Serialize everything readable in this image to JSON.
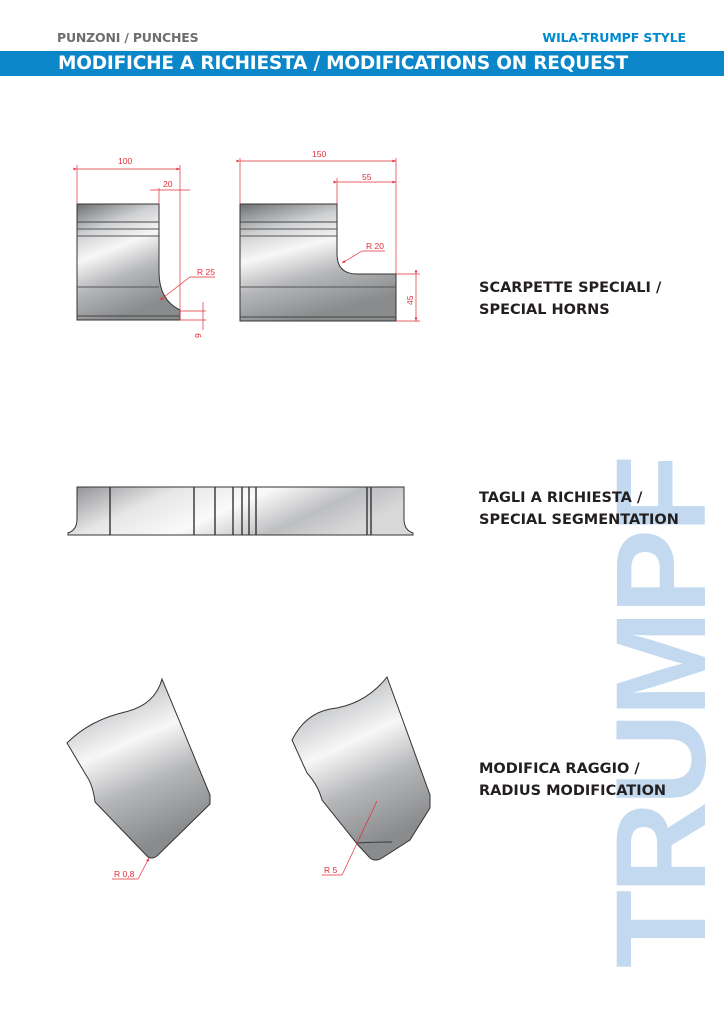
{
  "header": {
    "category": "PUNZONI / PUNCHES",
    "style": "WILA-TRUMPF STYLE",
    "banner_title": "MODIFICHE A RICHIESTA / MODIFICATIONS ON REQUEST"
  },
  "watermark": "TRUMPF",
  "sections": [
    {
      "line1": "SCARPETTE SPECIALI /",
      "line2": "SPECIAL HORNS",
      "drawings": [
        {
          "dims": {
            "width": "100",
            "horn": "20",
            "radius": "R 25",
            "height": "9"
          }
        },
        {
          "dims": {
            "width": "150",
            "horn": "55",
            "radius": "R 20",
            "height": "45"
          }
        }
      ]
    },
    {
      "line1": "TAGLI A RICHIESTA /",
      "line2": "SPECIAL SEGMENTATION"
    },
    {
      "line1": "MODIFICA RAGGIO /",
      "line2": "RADIUS MODIFICATION",
      "drawings": [
        {
          "dims": {
            "radius": "R 0,8"
          }
        },
        {
          "dims": {
            "radius": "R 5"
          }
        }
      ]
    }
  ],
  "colors": {
    "brand_blue": "#0a86c9",
    "header_grey": "#6d6e70",
    "dimension_red": "#e42b38",
    "watermark_blue": "#c2d9ef"
  }
}
